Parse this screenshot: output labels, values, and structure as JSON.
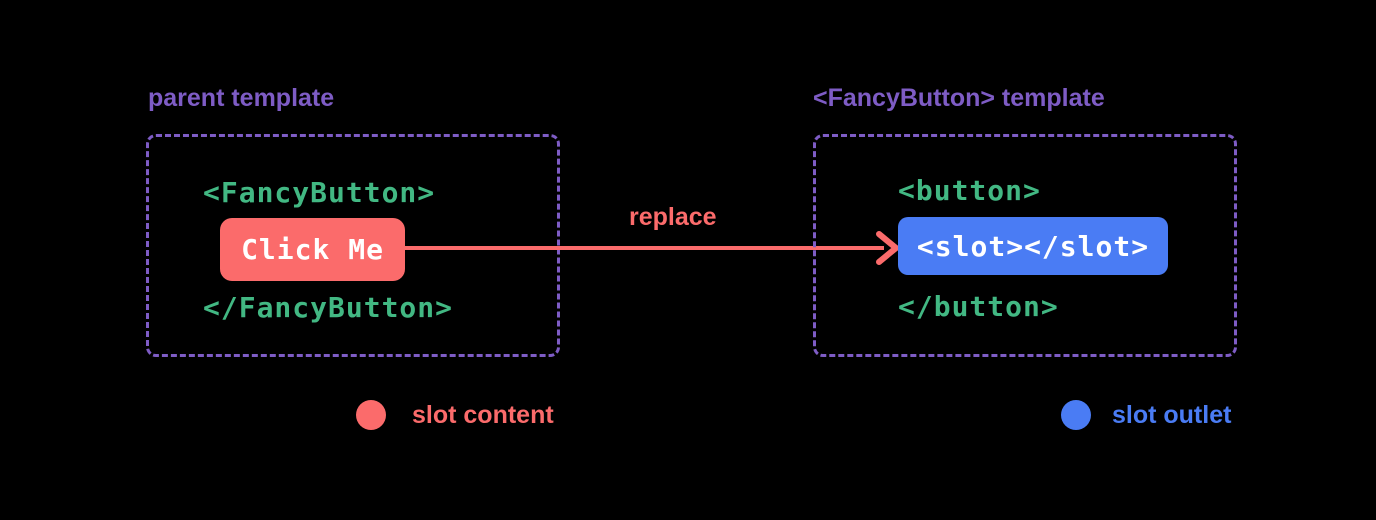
{
  "colors": {
    "purple": "#7e5cc5",
    "green": "#42b883",
    "red": "#fb6b6b",
    "blue": "#4a7cf4",
    "white": "#ffffff",
    "bg": "#000000"
  },
  "parent_panel": {
    "title": "parent template",
    "code_open": "<FancyButton>",
    "button_label": "Click Me",
    "code_close": "</FancyButton>"
  },
  "arrow": {
    "label": "replace"
  },
  "fancy_panel": {
    "title": "<FancyButton> template",
    "code_open": "<button>",
    "slot_label": "<slot></slot>",
    "code_close": "</button>"
  },
  "legend": {
    "slot_content_label": "slot content",
    "slot_outlet_label": "slot outlet"
  }
}
